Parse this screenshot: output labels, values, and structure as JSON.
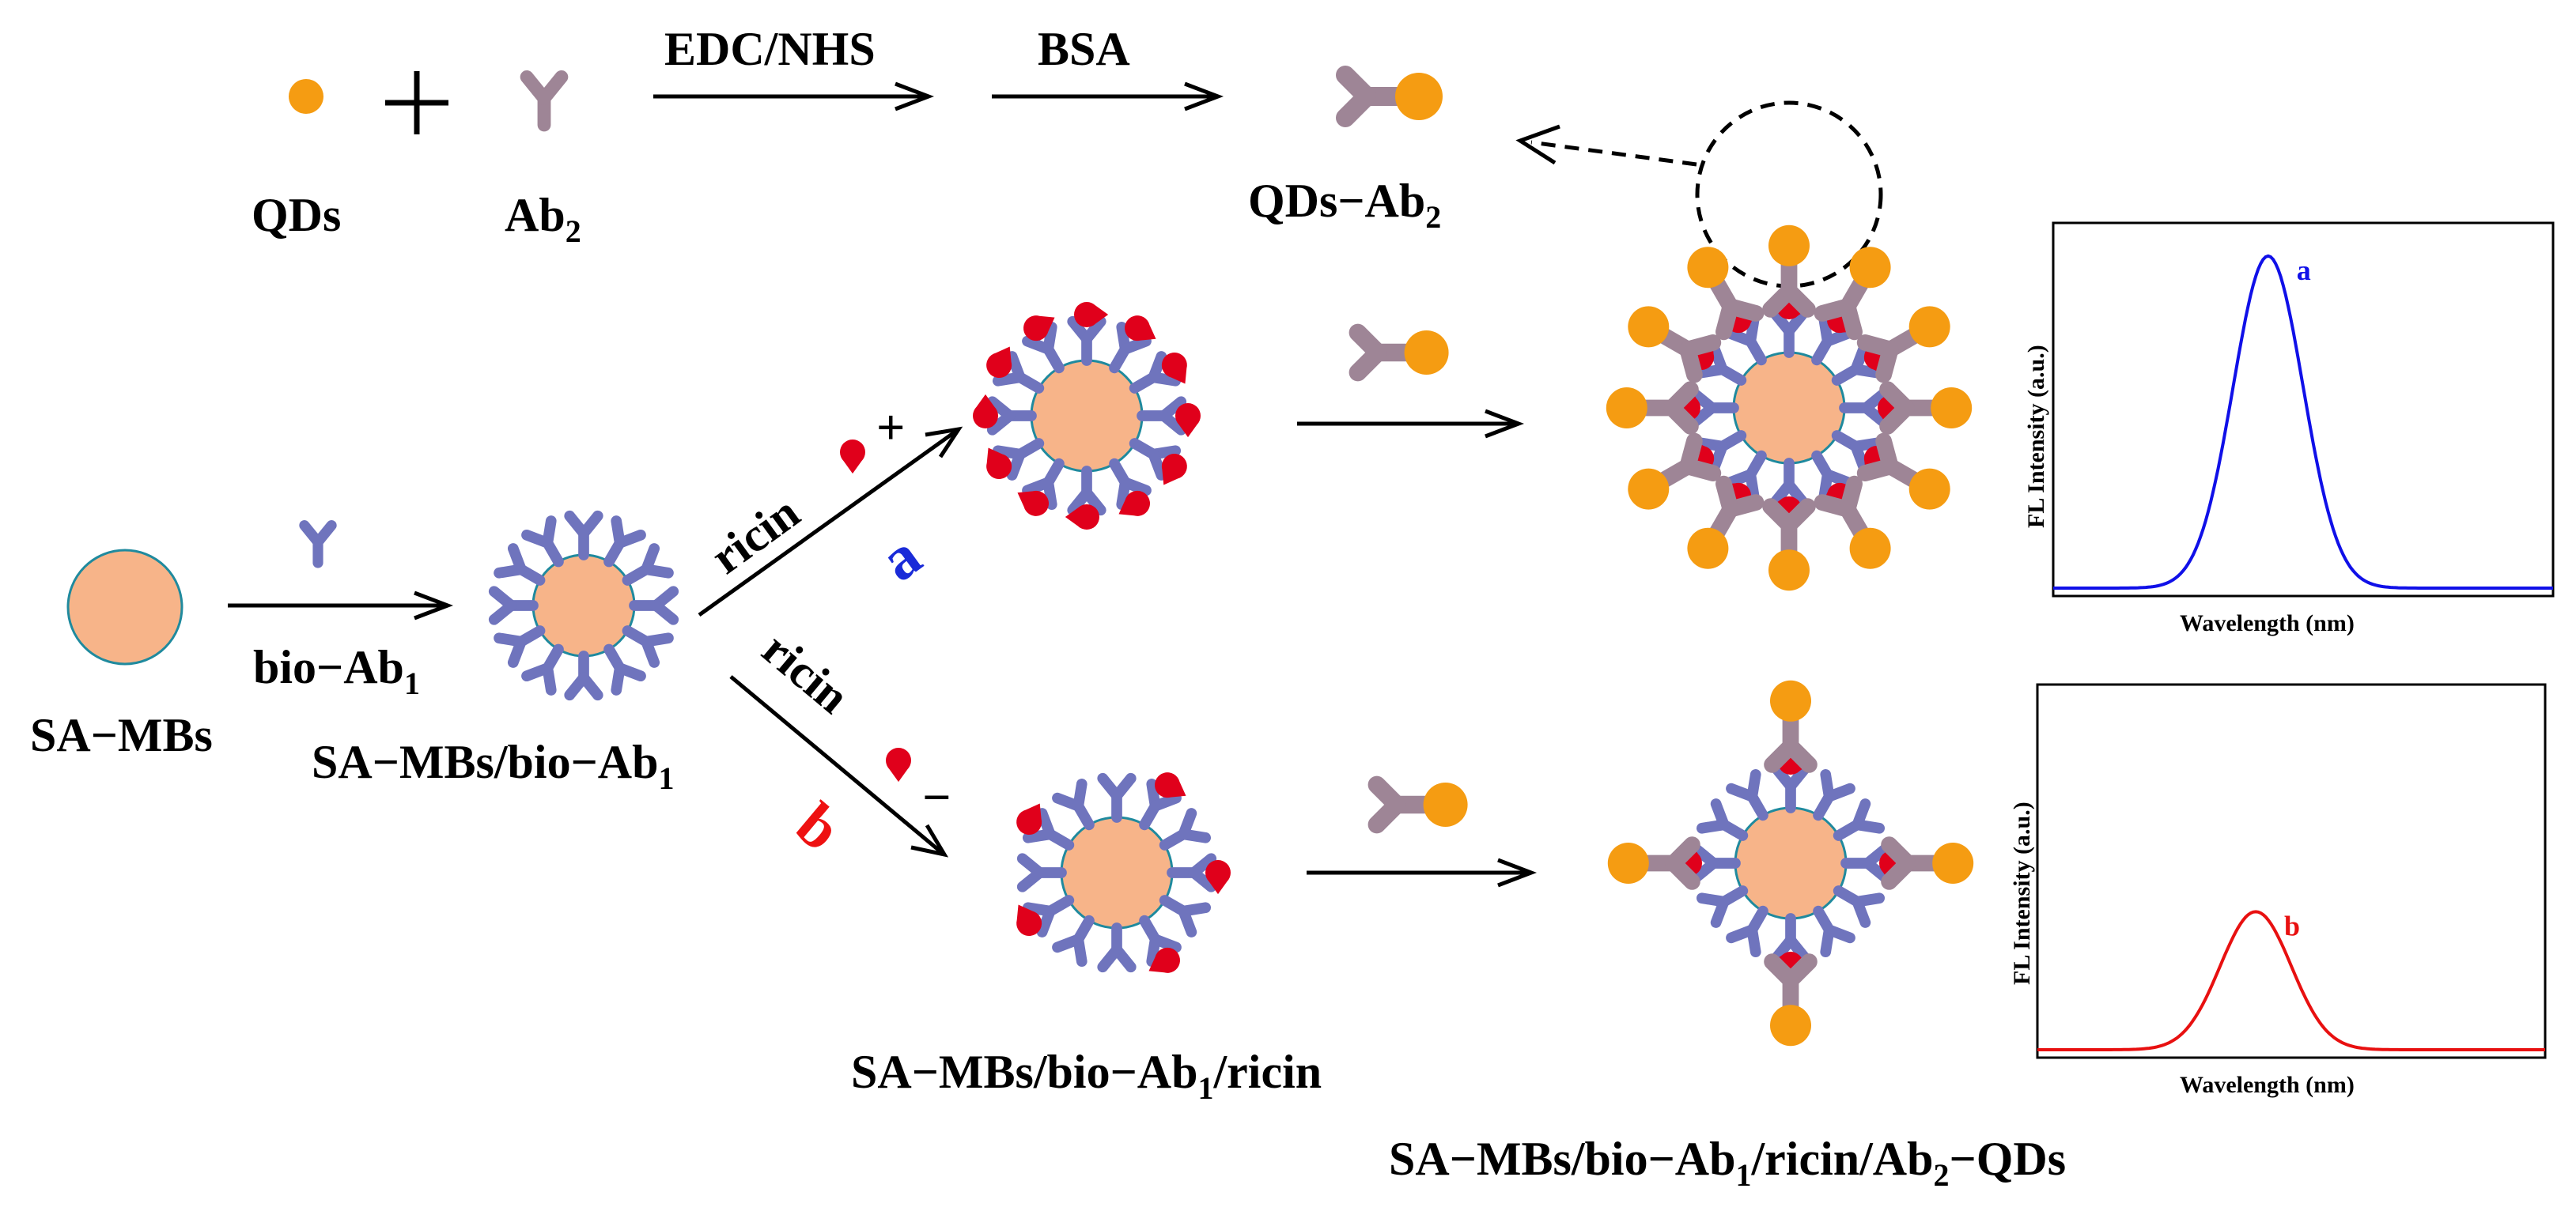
{
  "colors": {
    "bead_fill": "#f7b489",
    "bead_stroke": "#1f8a9e",
    "ab1": "#6f74bd",
    "ab2": "#9e8596",
    "qd": "#f59c12",
    "ricin": "#e0001b",
    "curve_a": "#1010e8",
    "curve_b": "#e81010",
    "route_a": "#1a2bd8",
    "route_b": "#ee1111"
  },
  "labels": {
    "qds": "QDs",
    "ab2_main": "Ab",
    "ab2_sub": "2",
    "edc": "EDC/NHS",
    "bsa": "BSA",
    "qds_ab2_main": "QDs−Ab",
    "qds_ab2_sub": "2",
    "sa_mbs": "SA−MBs",
    "bio_ab1_main": "bio−Ab",
    "bio_ab1_sub": "1",
    "sa_mbs_bio_main": "SA−MBs/bio−Ab",
    "sa_mbs_bio_sub": "1",
    "ricin_a": "ricin",
    "ricin_b": "ricin",
    "route_a": "a",
    "route_b": "b",
    "plus": "+",
    "minus": "−",
    "complex_ricin_pre": "SA−MBs/bio−Ab",
    "complex_ricin_sub": "1",
    "complex_ricin_post": "/ricin",
    "final_pre": "SA−MBs/bio−Ab",
    "final_sub1": "1",
    "final_mid": "/ricin/Ab",
    "final_sub2": "2",
    "final_post": "−QDs"
  },
  "spectra": [
    {
      "series_label": "a",
      "ylabel": "FL Intensity (a.u.)",
      "xlabel": "Wavelength (nm)",
      "peak_height": 0.89,
      "color": "#1010e8"
    },
    {
      "series_label": "b",
      "ylabel": "FL Intensity (a.u.)",
      "xlabel": "Wavelength (nm)",
      "peak_height": 0.37,
      "color": "#e81010"
    }
  ]
}
